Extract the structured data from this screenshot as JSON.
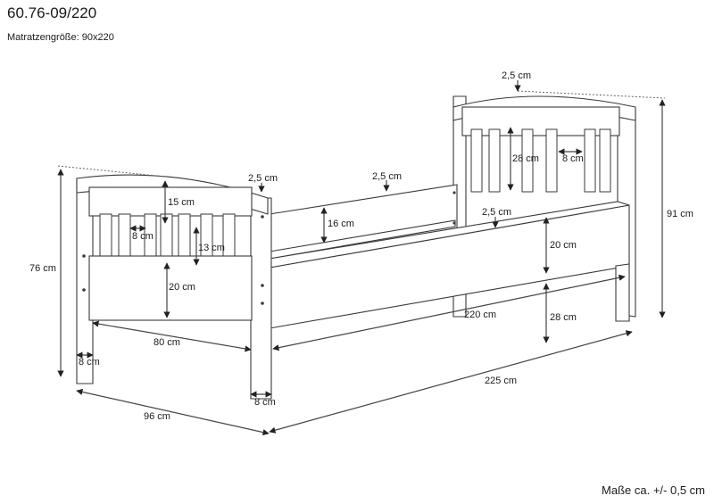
{
  "header": {
    "product_code": "60.76-09/220",
    "mattress_size": "Matratzengröße: 90x220"
  },
  "footer": {
    "tolerance": "Maße ca. +/- 0,5 cm"
  },
  "dimensions": {
    "head_top_thickness": "2,5 cm",
    "foot_top_thickness": "2,5 cm",
    "side_rail_thickness": "2,5 cm",
    "inner_board_thickness": "2,5 cm",
    "head_slat_height": "28 cm",
    "head_slat_gap": "8 cm",
    "total_height": "91 cm",
    "foot_top_board": "15 cm",
    "foot_slat_gap": "8 cm",
    "foot_slat_height": "13 cm",
    "foot_bottom_board": "20 cm",
    "foot_height": "76 cm",
    "foot_inner_width": "80 cm",
    "leg_width_left": "8 cm",
    "leg_width_front": "8 cm",
    "total_width": "96 cm",
    "rail_height": "16 cm",
    "side_board_height": "20 cm",
    "leg_clearance": "28 cm",
    "inner_length": "220 cm",
    "total_length": "225 cm"
  }
}
